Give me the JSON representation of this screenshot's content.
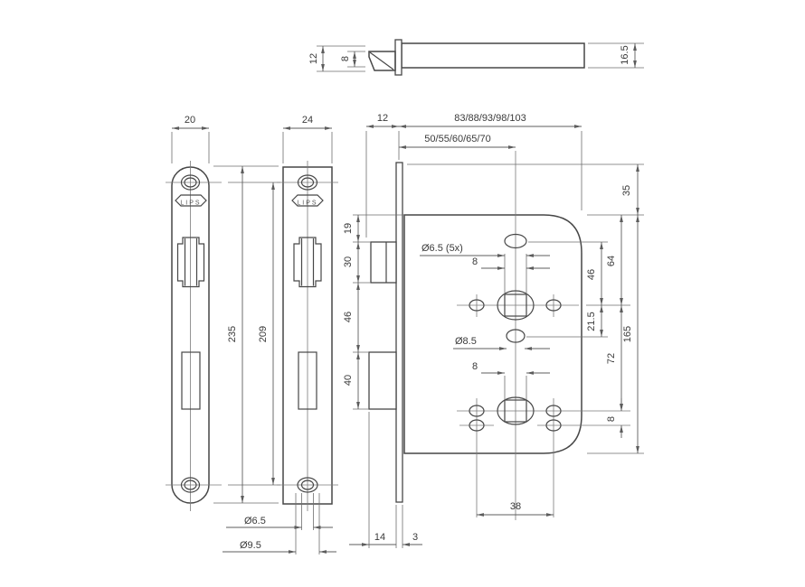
{
  "brand": "LIPS",
  "dims": {
    "latch_view": {
      "height": "12",
      "flat": "8",
      "shaft": "16.5"
    },
    "plate_round": {
      "width": "20"
    },
    "plate_square": {
      "width": "24"
    },
    "plates": {
      "length": "235",
      "screw_span": "209",
      "screw_hole": "Ø6.5",
      "screw_head": "Ø9.5"
    },
    "side": {
      "gap_top": "19",
      "latch_h": "30",
      "gap_mid": "46",
      "bolt_h": "40",
      "latch_throw": "12",
      "bolt_throw": "14",
      "plate_t": "3"
    },
    "case": {
      "depth": "83/88/93/98/103",
      "backset": "50/55/60/65/70",
      "margin_top": "35",
      "height": "165",
      "hole_to_hub": "46",
      "top_to_hub": "64",
      "hub_to_cyl": "21.5",
      "hub_span": "72",
      "pair_gap": "8",
      "holes": "Ø6.5 (5x)",
      "square_top": "8",
      "cylinder": "Ø8.5",
      "square_bottom": "8",
      "hole_span": "38"
    }
  }
}
